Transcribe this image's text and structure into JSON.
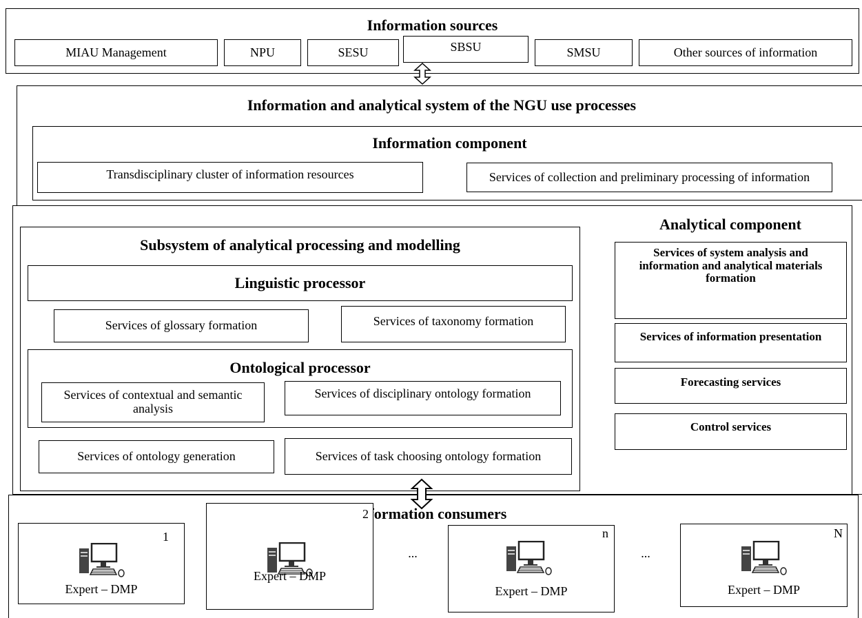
{
  "sources": {
    "title": "Information sources",
    "items": [
      "MIAU Management",
      "NPU",
      "SESU",
      "SBSU",
      "SMSU",
      "Other sources of information"
    ]
  },
  "system": {
    "title": "Information and analytical system of the NGU use processes",
    "info_component": {
      "title": "Information component",
      "left": "Transdisciplinary cluster of information resources",
      "right": "Services of collection and preliminary processing of information"
    }
  },
  "subsystem": {
    "title": "Subsystem of analytical processing and modelling",
    "linguistic": "Linguistic processor",
    "glossary": "Services of glossary formation",
    "taxonomy": "Services of taxonomy formation",
    "ontological": "Ontological processor",
    "contextual": "Services of contextual and semantic analysis",
    "disciplinary": "Services of disciplinary ontology formation",
    "generation": "Services of ontology generation",
    "task": "Services of task choosing ontology formation"
  },
  "analytical": {
    "title": "Analytical component",
    "system_analysis": "Services of system analysis and information and analytical materials formation",
    "presentation": "Services of information presentation",
    "forecasting": "Forecasting services",
    "control": "Control services"
  },
  "consumers": {
    "title": "Information consumers",
    "experts": [
      {
        "label": "Expert – DMP",
        "index": "1"
      },
      {
        "label": "Expert – DMP",
        "index": "2"
      },
      {
        "label": "Expert – DMP",
        "index": "n"
      },
      {
        "label": "Expert – DMP",
        "index": "N"
      }
    ],
    "ellipsis": "..."
  },
  "icons": {
    "arrow": "double-vertical-arrow-icon",
    "computer": "desktop-computer-icon"
  }
}
